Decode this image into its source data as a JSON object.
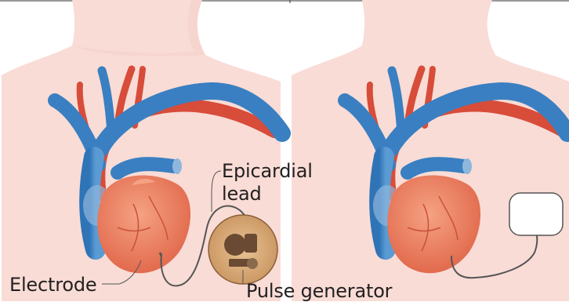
{
  "labels": {
    "epicardial": "Epicardial",
    "lead": "lead",
    "electrode": "Electrode",
    "pulse_generator": "Pulse generator"
  },
  "colors": {
    "background": "#ffffff",
    "skin": "#f9dcd6",
    "skin_shadow": "#f2cbc3",
    "heart": "#ec7a5c",
    "heart_light": "#f29a7c",
    "heart_vessels": "#c9513a",
    "artery": "#d84c3a",
    "vein": "#3a7fc1",
    "vein_light": "#8fb7dd",
    "generator_capsule": "#d9ad78",
    "generator_dark": "#6b4a33",
    "device_white": "#ffffff",
    "lead_wire": "#555555",
    "text": "#231f20"
  },
  "panels": [
    {
      "name": "epicardial-pacemaker",
      "device": "capsule"
    },
    {
      "name": "leadless-pacemaker",
      "device": "box"
    }
  ]
}
